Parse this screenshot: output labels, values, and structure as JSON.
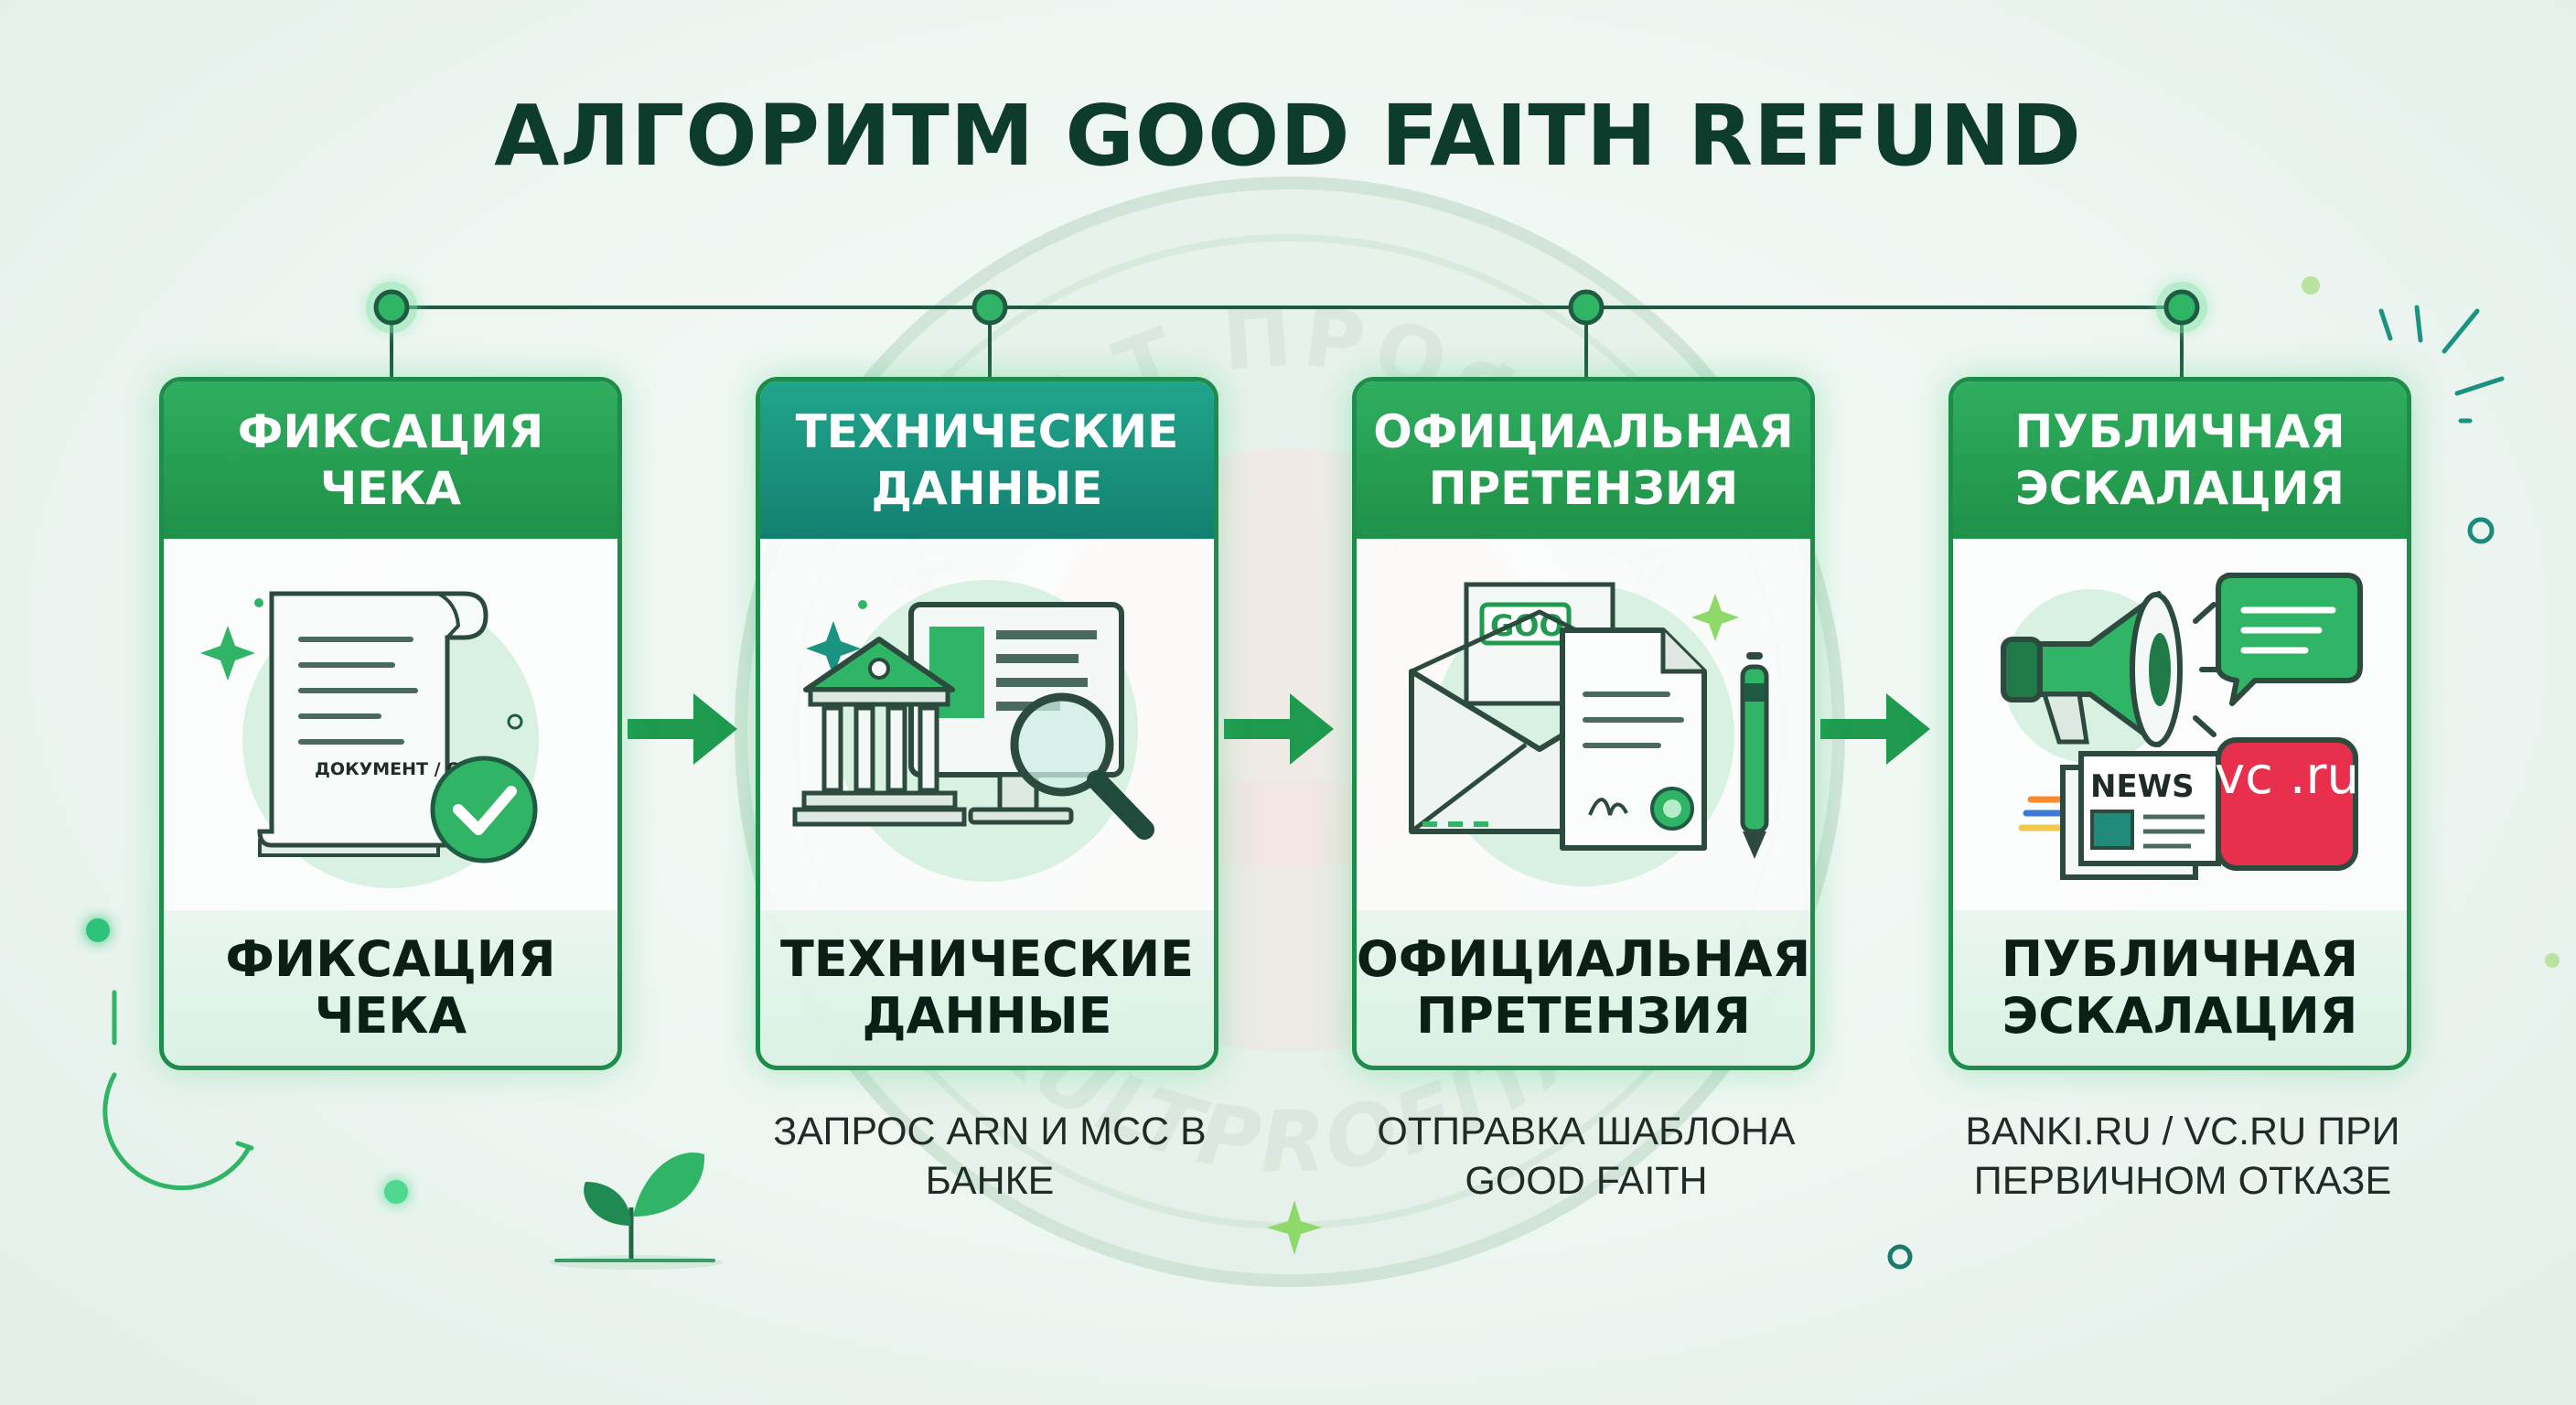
{
  "title": "АЛГОРИТМ GOOD FAITH REFUND",
  "watermark": {
    "top_text": "КУЛЬТ ПРОФИТА",
    "bottom_text": "KULTPROFITA"
  },
  "steps": [
    {
      "header": "ФИКСАЦИЯ ЧЕКА",
      "footer": "ФИКСАЦИЯ ЧЕКА",
      "caption": "",
      "illustration_label": "ДОКУМЕНТ / ОФД",
      "icons": [
        "receipt-icon",
        "checkmark-icon"
      ],
      "header_color": "#26a055"
    },
    {
      "header": "ТЕХНИЧЕСКИЕ ДАННЫЕ",
      "footer": "ТЕХНИЧЕСКИЕ ДАННЫЕ",
      "caption": "ЗАПРОС ARN И MCC В БАНКЕ",
      "illustration_label": "",
      "icons": [
        "bank-icon",
        "monitor-icon",
        "magnifier-icon"
      ],
      "header_color": "#1a9480"
    },
    {
      "header": "ОФИЦИАЛЬНАЯ ПРЕТЕНЗИЯ",
      "footer": "ОФИЦИАЛЬНАЯ ПРЕТЕНЗИЯ",
      "caption": "ОТПРАВКА ШАБЛОНА GOOD FAITH",
      "illustration_label": "GOO",
      "icons": [
        "envelope-icon",
        "document-icon",
        "pen-icon"
      ],
      "header_color": "#26a055"
    },
    {
      "header": "ПУБЛИЧНАЯ ЭСКАЛАЦИЯ",
      "footer": "ПУБЛИЧНАЯ ЭСКАЛАЦИЯ",
      "caption": "BANKI.RU / VC.RU ПРИ ПЕРВИЧНОМ ОТКАЗЕ",
      "illustration_label": "NEWS",
      "illustration_label_2": "vc .ru",
      "icons": [
        "megaphone-icon",
        "chat-bubble-icon",
        "newspaper-icon"
      ],
      "header_color": "#26a055"
    }
  ],
  "colors": {
    "accent": "#1e8c4a",
    "teal": "#128070",
    "title": "#0d3b2c",
    "brand_red": "#e8304c"
  }
}
